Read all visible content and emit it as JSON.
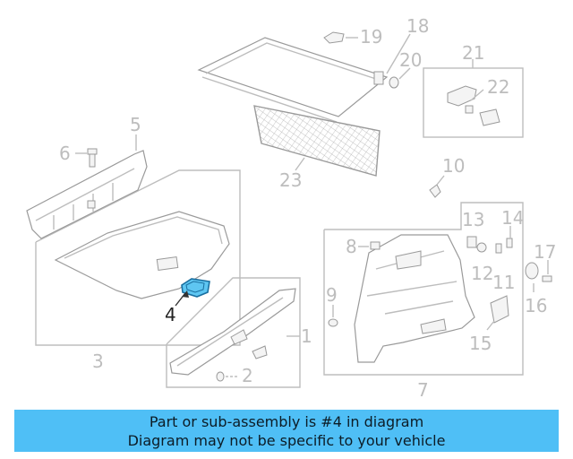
{
  "diagram": {
    "callouts": [
      "1",
      "2",
      "3",
      "4",
      "5",
      "6",
      "7",
      "8",
      "9",
      "10",
      "11",
      "12",
      "13",
      "14",
      "15",
      "16",
      "17",
      "18",
      "19",
      "20",
      "21",
      "22",
      "23"
    ],
    "highlighted_part": "4"
  },
  "banner": {
    "line1": "Part or sub-assembly is #4 in diagram",
    "line2": "Diagram may not be specific to your vehicle"
  },
  "colors": {
    "banner_bg": "#4fbff6",
    "highlight": "#5ec6f2",
    "line_gray": "#bdbdbd"
  }
}
